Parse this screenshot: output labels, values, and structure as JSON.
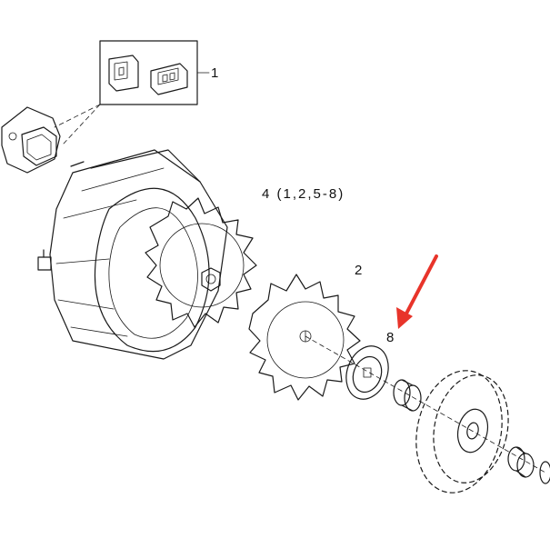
{
  "callouts": {
    "part_1": "1",
    "part_2": "2",
    "part_4": "4 (1,2,5-8)",
    "part_8": "8"
  },
  "colors": {
    "line": "#1a1a1a",
    "arrow": "#e8342a",
    "background": "#ffffff"
  }
}
